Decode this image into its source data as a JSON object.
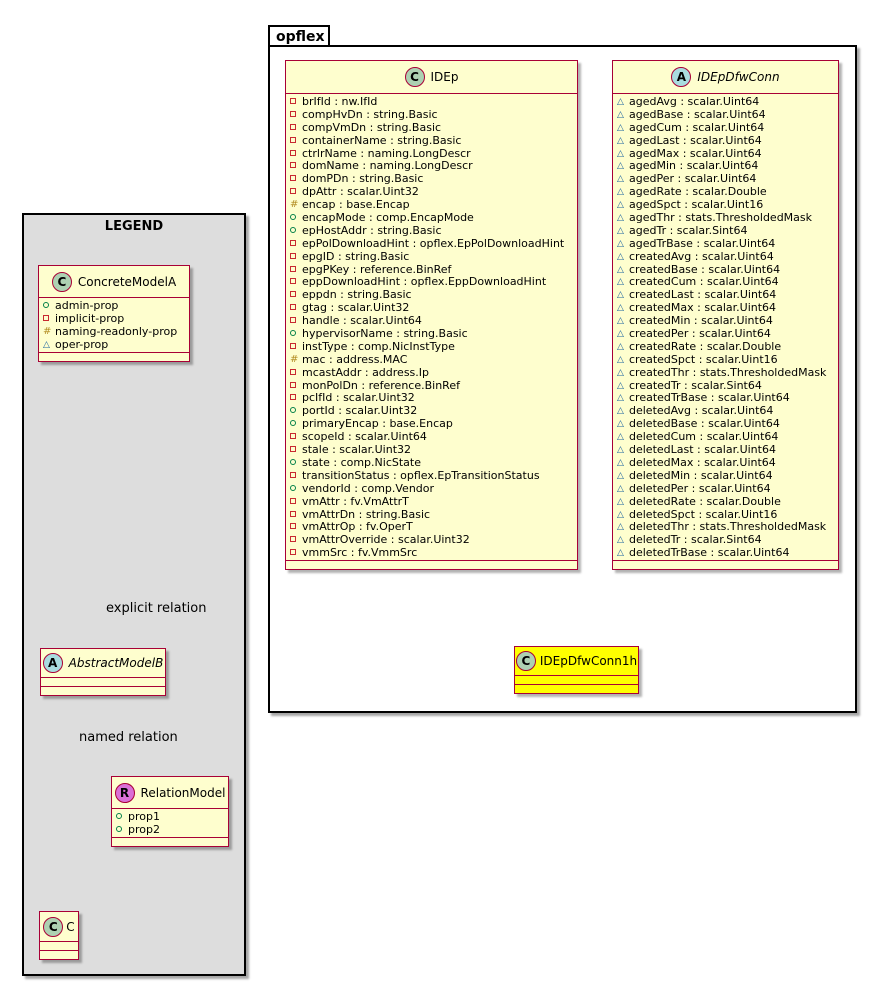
{
  "opflex_package": {
    "name": "opflex"
  },
  "legend": {
    "title": "LEGEND",
    "concrete": {
      "name": "ConcreteModelA",
      "stereotype": "C",
      "attributes": [
        {
          "vis": "pub",
          "text": "admin-prop"
        },
        {
          "vis": "priv",
          "text": "implicit-prop"
        },
        {
          "vis": "prot",
          "text": "naming-readonly-prop"
        },
        {
          "vis": "pkgv",
          "text": "oper-prop"
        }
      ]
    },
    "abstract": {
      "name": "AbstractModelB",
      "stereotype": "A"
    },
    "relation_model": {
      "name": "RelationModel",
      "stereotype": "R",
      "attributes": [
        {
          "vis": "pub",
          "text": "prop1"
        },
        {
          "vis": "pub",
          "text": "prop2"
        }
      ]
    },
    "target": {
      "name": "C",
      "stereotype": "C"
    },
    "explicit_label": "explicit relation",
    "named_label": "named relation"
  },
  "idep": {
    "name": "IDEp",
    "stereotype": "C",
    "attributes": [
      {
        "vis": "priv",
        "text": "brIfId : nw.IfId"
      },
      {
        "vis": "priv",
        "text": "compHvDn : string.Basic"
      },
      {
        "vis": "priv",
        "text": "compVmDn : string.Basic"
      },
      {
        "vis": "priv",
        "text": "containerName : string.Basic"
      },
      {
        "vis": "priv",
        "text": "ctrlrName : naming.LongDescr"
      },
      {
        "vis": "priv",
        "text": "domName : naming.LongDescr"
      },
      {
        "vis": "priv",
        "text": "domPDn : string.Basic"
      },
      {
        "vis": "priv",
        "text": "dpAttr : scalar.Uint32"
      },
      {
        "vis": "prot",
        "text": "encap : base.Encap"
      },
      {
        "vis": "pub",
        "text": "encapMode : comp.EncapMode"
      },
      {
        "vis": "pub",
        "text": "epHostAddr : string.Basic"
      },
      {
        "vis": "priv",
        "text": "epPolDownloadHint : opflex.EpPolDownloadHint"
      },
      {
        "vis": "priv",
        "text": "epgID : string.Basic"
      },
      {
        "vis": "priv",
        "text": "epgPKey : reference.BinRef"
      },
      {
        "vis": "priv",
        "text": "eppDownloadHint : opflex.EppDownloadHint"
      },
      {
        "vis": "priv",
        "text": "eppdn : string.Basic"
      },
      {
        "vis": "priv",
        "text": "gtag : scalar.Uint32"
      },
      {
        "vis": "priv",
        "text": "handle : scalar.Uint64"
      },
      {
        "vis": "pub",
        "text": "hypervisorName : string.Basic"
      },
      {
        "vis": "priv",
        "text": "instType : comp.NicInstType"
      },
      {
        "vis": "prot",
        "text": "mac : address.MAC"
      },
      {
        "vis": "priv",
        "text": "mcastAddr : address.Ip"
      },
      {
        "vis": "priv",
        "text": "monPolDn : reference.BinRef"
      },
      {
        "vis": "priv",
        "text": "pcIfId : scalar.Uint32"
      },
      {
        "vis": "pub",
        "text": "portId : scalar.Uint32"
      },
      {
        "vis": "pub",
        "text": "primaryEncap : base.Encap"
      },
      {
        "vis": "priv",
        "text": "scopeId : scalar.Uint64"
      },
      {
        "vis": "priv",
        "text": "stale : scalar.Uint32"
      },
      {
        "vis": "pub",
        "text": "state : comp.NicState"
      },
      {
        "vis": "priv",
        "text": "transitionStatus : opflex.EpTransitionStatus"
      },
      {
        "vis": "pub",
        "text": "vendorId : comp.Vendor"
      },
      {
        "vis": "priv",
        "text": "vmAttr : fv.VmAttrT"
      },
      {
        "vis": "priv",
        "text": "vmAttrDn : string.Basic"
      },
      {
        "vis": "priv",
        "text": "vmAttrOp : fv.OperT"
      },
      {
        "vis": "priv",
        "text": "vmAttrOverride : scalar.Uint32"
      },
      {
        "vis": "priv",
        "text": "vmmSrc : fv.VmmSrc"
      }
    ]
  },
  "dfwconn": {
    "name": "IDEpDfwConn",
    "stereotype": "A",
    "attributes": [
      {
        "vis": "pkgv",
        "text": "agedAvg : scalar.Uint64"
      },
      {
        "vis": "pkgv",
        "text": "agedBase : scalar.Uint64"
      },
      {
        "vis": "pkgv",
        "text": "agedCum : scalar.Uint64"
      },
      {
        "vis": "pkgv",
        "text": "agedLast : scalar.Uint64"
      },
      {
        "vis": "pkgv",
        "text": "agedMax : scalar.Uint64"
      },
      {
        "vis": "pkgv",
        "text": "agedMin : scalar.Uint64"
      },
      {
        "vis": "pkgv",
        "text": "agedPer : scalar.Uint64"
      },
      {
        "vis": "pkgv",
        "text": "agedRate : scalar.Double"
      },
      {
        "vis": "pkgv",
        "text": "agedSpct : scalar.Uint16"
      },
      {
        "vis": "pkgv",
        "text": "agedThr : stats.ThresholdedMask"
      },
      {
        "vis": "pkgv",
        "text": "agedTr : scalar.Sint64"
      },
      {
        "vis": "pkgv",
        "text": "agedTrBase : scalar.Uint64"
      },
      {
        "vis": "pkgv",
        "text": "createdAvg : scalar.Uint64"
      },
      {
        "vis": "pkgv",
        "text": "createdBase : scalar.Uint64"
      },
      {
        "vis": "pkgv",
        "text": "createdCum : scalar.Uint64"
      },
      {
        "vis": "pkgv",
        "text": "createdLast : scalar.Uint64"
      },
      {
        "vis": "pkgv",
        "text": "createdMax : scalar.Uint64"
      },
      {
        "vis": "pkgv",
        "text": "createdMin : scalar.Uint64"
      },
      {
        "vis": "pkgv",
        "text": "createdPer : scalar.Uint64"
      },
      {
        "vis": "pkgv",
        "text": "createdRate : scalar.Double"
      },
      {
        "vis": "pkgv",
        "text": "createdSpct : scalar.Uint16"
      },
      {
        "vis": "pkgv",
        "text": "createdThr : stats.ThresholdedMask"
      },
      {
        "vis": "pkgv",
        "text": "createdTr : scalar.Sint64"
      },
      {
        "vis": "pkgv",
        "text": "createdTrBase : scalar.Uint64"
      },
      {
        "vis": "pkgv",
        "text": "deletedAvg : scalar.Uint64"
      },
      {
        "vis": "pkgv",
        "text": "deletedBase : scalar.Uint64"
      },
      {
        "vis": "pkgv",
        "text": "deletedCum : scalar.Uint64"
      },
      {
        "vis": "pkgv",
        "text": "deletedLast : scalar.Uint64"
      },
      {
        "vis": "pkgv",
        "text": "deletedMax : scalar.Uint64"
      },
      {
        "vis": "pkgv",
        "text": "deletedMin : scalar.Uint64"
      },
      {
        "vis": "pkgv",
        "text": "deletedPer : scalar.Uint64"
      },
      {
        "vis": "pkgv",
        "text": "deletedRate : scalar.Double"
      },
      {
        "vis": "pkgv",
        "text": "deletedSpct : scalar.Uint16"
      },
      {
        "vis": "pkgv",
        "text": "deletedThr : stats.ThresholdedMask"
      },
      {
        "vis": "pkgv",
        "text": "deletedTr : scalar.Sint64"
      },
      {
        "vis": "pkgv",
        "text": "deletedTrBase : scalar.Uint64"
      }
    ]
  },
  "conn1h": {
    "name": "IDEpDfwConn1h",
    "stereotype": "C"
  },
  "colors": {
    "box_fill": "#fefece",
    "box_border": "#a80036",
    "highlight": "#ffff00",
    "legend_bg": "#dddddd"
  }
}
